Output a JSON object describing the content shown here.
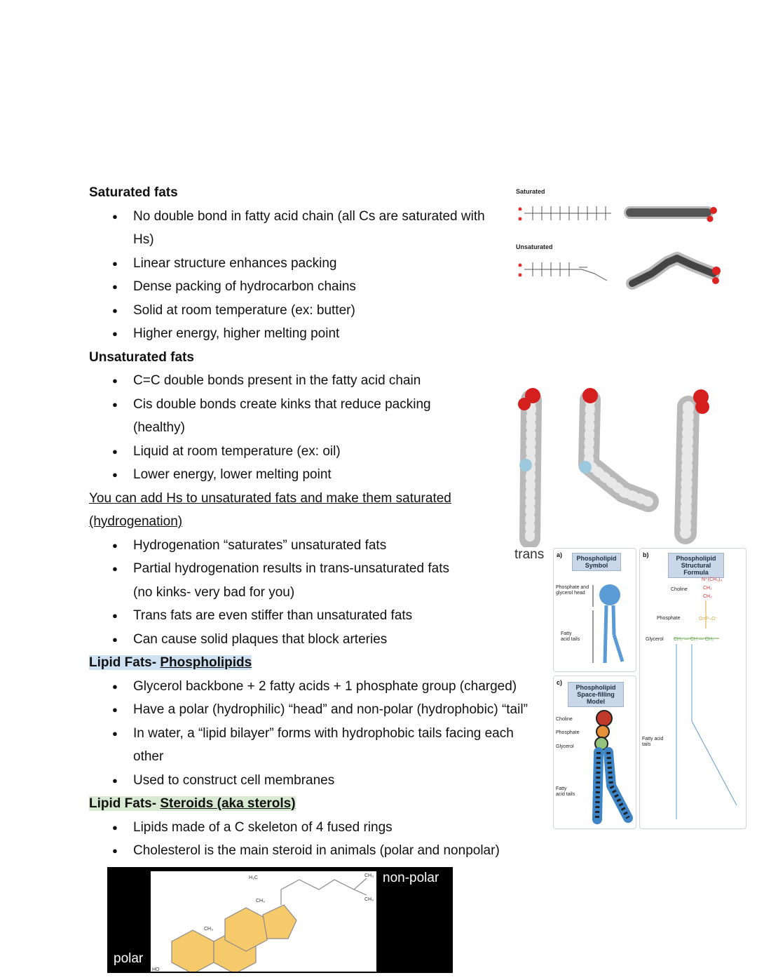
{
  "sections": {
    "saturated": {
      "heading": "Saturated fats",
      "b1": "No double bond in fatty acid chain (all Cs are saturated with",
      "b1_cont": "Hs)",
      "b2": "Linear structure enhances packing",
      "b3": "Dense packing of hydrocarbon chains",
      "b4": "Solid at room temperature (ex: butter)",
      "b5": "Higher energy, higher melting point"
    },
    "unsaturated": {
      "heading": "Unsaturated fats",
      "b1": "C=C double bonds present in the fatty acid chain",
      "b2": "Cis double bonds create kinks that reduce packing",
      "b2_cont": "(healthy)",
      "b3": "Liquid at room temperature (ex: oil)",
      "b4": "Lower energy, lower melting point"
    },
    "hydrogenation": {
      "heading_l1": "You can add Hs to unsaturated fats and make them saturated",
      "heading_l2": "(hydrogenation)",
      "b1": "Hydrogenation “saturates” unsaturated fats",
      "b2": "Partial hydrogenation results in trans-unsaturated fats",
      "b2_cont": "(no kinks- very bad for you)",
      "b3": "Trans fats are even stiffer than unsaturated fats",
      "b4": "Can cause solid plaques that block arteries"
    },
    "phospholipids": {
      "heading_prefix": "Lipid Fats- ",
      "heading_link": "Phospholipids",
      "b1": "Glycerol backbone + 2 fatty acids + 1 phosphate group (charged)",
      "b2": "Have a polar (hydrophilic) “head” and non-polar (hydrophobic) “tail”",
      "b3": "In water, a “lipid bilayer” forms with hydrophobic tails facing each",
      "b3_cont": "other",
      "b4": "Used to construct cell membranes"
    },
    "steroids": {
      "heading_prefix": "Lipid Fats- ",
      "heading_link": "Steroids (aka sterols)",
      "b1": "Lipids made of a C skeleton of 4 fused rings",
      "b2": "Cholesterol is the main steroid in animals (polar and nonpolar)"
    }
  },
  "figures": {
    "fatty_acids": {
      "saturated_label": "Saturated",
      "unsaturated_label": "Unsaturated"
    },
    "space_filling": {
      "trans_label": "trans"
    },
    "phospholipid": {
      "a_letter": "a)",
      "a_title_l1": "Phospholipid",
      "a_title_l2": "Symbol",
      "a_head": "Phosphate and glycerol head",
      "a_tail": "Fatty acid tails",
      "b_letter": "b)",
      "b_title_l1": "Phospholipid",
      "b_title_l2": "Structural Formula",
      "b_choline": "Choline",
      "b_phosphate": "Phosphate",
      "b_glycerol": "Glycerol",
      "b_tails": "Fatty acid tails",
      "c_letter": "c)",
      "c_title_l1": "Phospholipid",
      "c_title_l2": "Space-filling Model",
      "c_choline": "Choline",
      "c_phosphate": "Phosphate",
      "c_glycerol": "Glycerol",
      "c_tails": "Fatty acid tails"
    },
    "cholesterol": {
      "nonpolar_label": "non-polar",
      "polar_label": "polar",
      "h3c": "H₃C",
      "ch3_a": "CH₃",
      "ch3_b": "CH₃",
      "ch3_c": "CH₃",
      "ch3_d": "CH₃",
      "ho": "HO"
    }
  },
  "colors": {
    "phospho_highlight": "#cfe2f3",
    "steroid_highlight": "#d9ead3",
    "ring_fill": "#f6c96a"
  }
}
